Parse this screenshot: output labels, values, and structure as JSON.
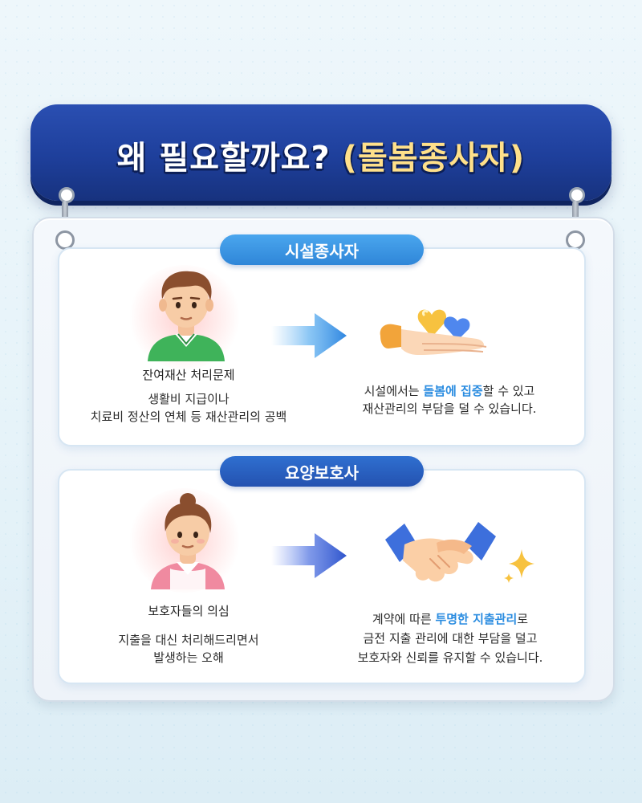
{
  "header": {
    "title_main": "왜 필요할까요?",
    "title_accent": "(돌봄종사자)"
  },
  "sections": [
    {
      "label": "시설종사자",
      "problem_title": "잔여재산 처리문제",
      "problem_line1": "생활비 지급이나",
      "problem_line2": "치료비 정산의 연체 등 재산관리의 공백",
      "benefit_line1_pre": "시설에서는 ",
      "benefit_line1_hl": "돌봄에 집중",
      "benefit_line1_post": "할 수 있고",
      "benefit_line2": "재산관리의 부담을 덜 수 있습니다."
    },
    {
      "label": "요양보호사",
      "problem_title": "보호자들의 의심",
      "problem_line1": "지출을 대신 처리해드리면서",
      "problem_line2": "발생하는 오해",
      "benefit_line1_pre": "계약에 따른 ",
      "benefit_line1_hl": "투명한 지출관리",
      "benefit_line1_post": "로",
      "benefit_line2": "금전 지출 관리에 대한 부담을 덜고",
      "benefit_line3": "보호자와 신뢰를 유지할 수 있습니다."
    }
  ],
  "colors": {
    "banner": "#1e3f9b",
    "highlight": "#2a8ce0",
    "pill_1": "#2f86d8",
    "pill_2": "#2452b0"
  },
  "icons": [
    "man-avatar-icon",
    "woman-avatar-icon",
    "arrow-right-icon",
    "hand-hearts-icon",
    "handshake-icon",
    "sparkle-icon"
  ]
}
